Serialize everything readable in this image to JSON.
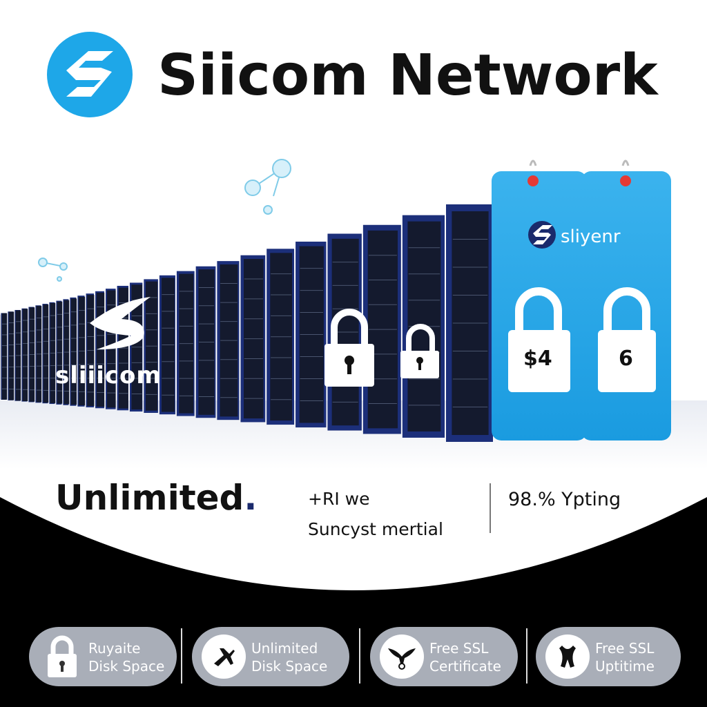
{
  "brand": {
    "name": "Siicom Network",
    "accent": "#1ea7e8",
    "dark_blue": "#1a2a6c"
  },
  "servers": {
    "logo_text": "sliiicom"
  },
  "price_tags": [
    {
      "brand_text": "sliyenr",
      "value": "$4"
    },
    {
      "value": "6"
    }
  ],
  "tagline": {
    "headline": "Unlimited",
    "headline_dot": ".",
    "line1": "+RI we",
    "line2": "Suncyst mertial",
    "uptime": "98.% Ypting"
  },
  "features": [
    {
      "icon": "lock-icon",
      "line1": "Ruyaite",
      "line2": "Disk Space"
    },
    {
      "icon": "plane-icon",
      "line1": "Unlimited",
      "line2": "Disk Space"
    },
    {
      "icon": "eagle-icon",
      "line1": "Free SSL",
      "line2": "Certificate"
    },
    {
      "icon": "ribbon-icon",
      "line1": "Free SSL",
      "line2": "Uptitime"
    }
  ]
}
